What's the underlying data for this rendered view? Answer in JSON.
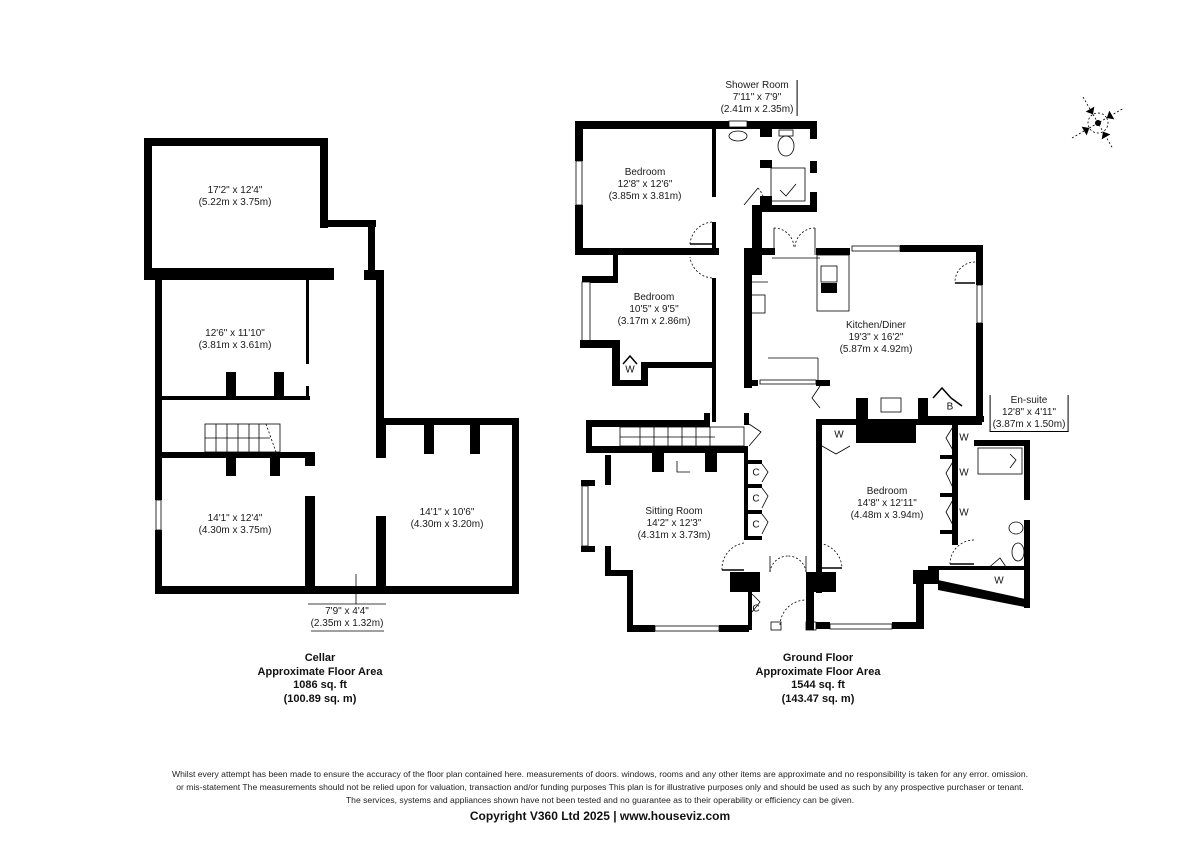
{
  "compass": {
    "icon": "compass-rose-icon",
    "letters": [
      "N",
      "E",
      "S",
      "W"
    ]
  },
  "cellar": {
    "rooms": [
      {
        "id": "cellar-room-1",
        "name": "",
        "imperial": "17'2\" x 12'4\"",
        "metric": "(5.22m x 3.75m)"
      },
      {
        "id": "cellar-room-2",
        "name": "",
        "imperial": "12'6\" x 11'10\"",
        "metric": "(3.81m x 3.61m)"
      },
      {
        "id": "cellar-room-3",
        "name": "",
        "imperial": "14'1\" x 12'4\"",
        "metric": "(4.30m x 3.75m)"
      },
      {
        "id": "cellar-room-4",
        "name": "",
        "imperial": "14'1\" x 10'6\"",
        "metric": "(4.30m x 3.20m)"
      },
      {
        "id": "cellar-room-5",
        "name": "",
        "imperial": "7'9\" x 4'4\"",
        "metric": "(2.35m x 1.32m)"
      }
    ],
    "summary": {
      "floor_name": "Cellar",
      "label": "Approximate Floor Area",
      "sq_ft": "1086 sq. ft",
      "sq_m": "(100.89 sq. m)"
    }
  },
  "ground_floor": {
    "rooms": [
      {
        "id": "shower-room",
        "name": "Shower Room",
        "imperial": "7'11\" x 7'9\"",
        "metric": "(2.41m x 2.35m)"
      },
      {
        "id": "bedroom-1",
        "name": "Bedroom",
        "imperial": "12'8\" x 12'6\"",
        "metric": "(3.85m x 3.81m)"
      },
      {
        "id": "bedroom-2",
        "name": "Bedroom",
        "imperial": "10'5\" x 9'5\"",
        "metric": "(3.17m x 2.86m)"
      },
      {
        "id": "kitchen-diner",
        "name": "Kitchen/Diner",
        "imperial": "19'3\" x 16'2\"",
        "metric": "(5.87m x 4.92m)"
      },
      {
        "id": "en-suite",
        "name": "En-suite",
        "imperial": "12'8\" x 4'11\"",
        "metric": "(3.87m x 1.50m)"
      },
      {
        "id": "sitting-room",
        "name": "Sitting Room",
        "imperial": "14'2\" x 12'3\"",
        "metric": "(4.31m x 3.73m)"
      },
      {
        "id": "bedroom-3",
        "name": "Bedroom",
        "imperial": "14'8\" x 12'11\"",
        "metric": "(4.48m x 3.94m)"
      }
    ],
    "fixtures": {
      "wardrobe": "W",
      "cupboard": "C",
      "boiler": "B"
    },
    "summary": {
      "floor_name": "Ground Floor",
      "label": "Approximate Floor Area",
      "sq_ft": "1544 sq. ft",
      "sq_m": "(143.47 sq. m)"
    }
  },
  "footer": {
    "disclaimer_line1": "Whilst every attempt has been made to ensure the accuracy of the floor plan contained here. measurements of doors. windows, rooms and any other items are approximate and no responsibility is taken for any error. omission.",
    "disclaimer_line2": "or mis-statement The measurements should not be relied upon for valuation, transaction and/or funding purposes This plan is for illustrative purposes only and should be used as such by any prospective purchaser or tenant.",
    "disclaimer_line3": "The services, systems and appliances shown have not been tested and no guarantee as to their operability or efficiency can be given.",
    "copyright": "Copyright V360 Ltd 2025 | www.houseviz.com"
  }
}
